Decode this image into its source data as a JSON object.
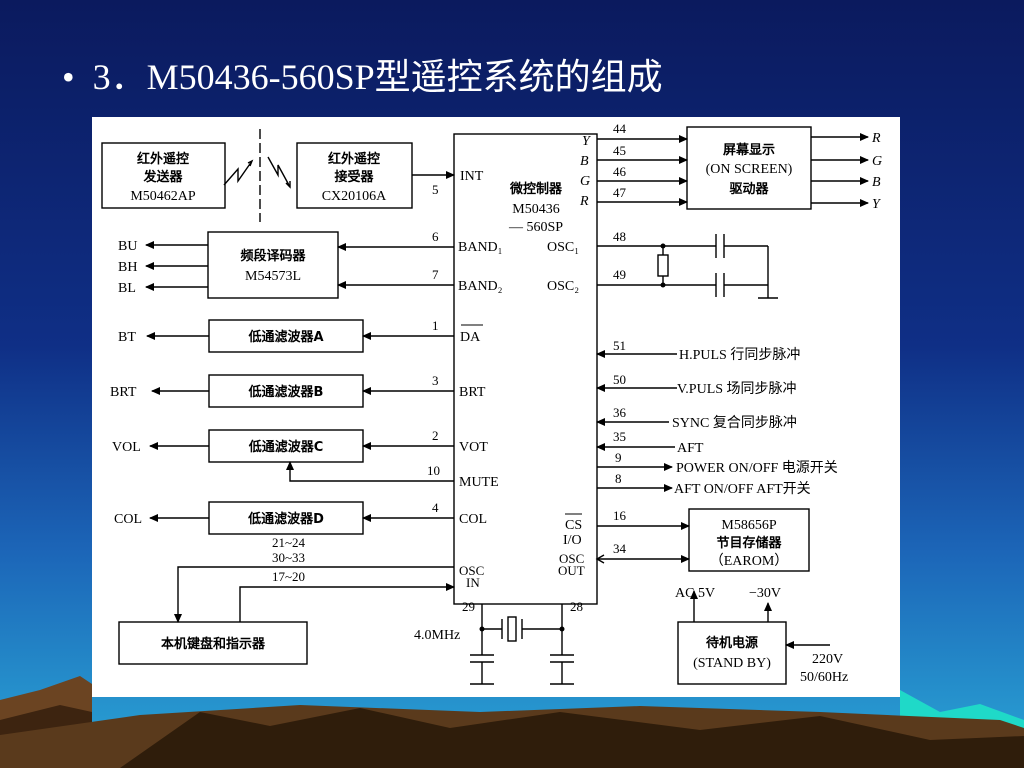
{
  "slide": {
    "bullet": "•",
    "title": "3．M50436-560SP型遥控系统的组成"
  },
  "diagram": {
    "blocks": {
      "ir_tx": {
        "l1": "红外遥控",
        "l2": "发送器",
        "l3": "M50462AP"
      },
      "ir_rx": {
        "l1": "红外遥控",
        "l2": "接受器",
        "l3": "CX20106A"
      },
      "band_decoder": {
        "l1": "频段译码器",
        "l2": "M54573L"
      },
      "lpf_a": "低通滤波器A",
      "lpf_b": "低通滤波器B",
      "lpf_c": "低通滤波器C",
      "lpf_d": "低通滤波器D",
      "keyboard": "本机键盘和指示器",
      "mcu": {
        "l1": "微控制器",
        "l2": "M50436",
        "l3": "— 560SP"
      },
      "osd": {
        "l1": "屏幕显示",
        "l2": "(ON SCREEN)",
        "l3": "驱动器"
      },
      "eeprom": {
        "l1": "M58656P",
        "l2": "节目存储器",
        "l3": "（EAROM）"
      },
      "standby": {
        "l1": "待机电源",
        "l2": "(STAND BY)"
      }
    },
    "mcu_pins_left": {
      "int": "INT",
      "band1": "BAND₁",
      "band2": "BAND₂",
      "da": "DA",
      "brt": "BRT",
      "vot": "VOT",
      "mute": "MUTE",
      "col": "COL",
      "osc_in_1": "OSC",
      "osc_in_2": "IN"
    },
    "mcu_pins_right": {
      "y": "Y",
      "b": "B",
      "g": "G",
      "r": "R",
      "osc1": "OSC₁",
      "osc2": "OSC₂",
      "cs": "CS",
      "io": "I/O",
      "osc_out_1": "OSC",
      "osc_out_2": "OUT"
    },
    "pin_numbers": {
      "p5": "5",
      "p6": "6",
      "p7": "7",
      "p1": "1",
      "p3": "3",
      "p2": "2",
      "p10": "10",
      "p4": "4",
      "p44": "44",
      "p45": "45",
      "p46": "46",
      "p47": "47",
      "p48": "48",
      "p49": "49",
      "p51": "51",
      "p50": "50",
      "p36": "36",
      "p35": "35",
      "p9": "9",
      "p8": "8",
      "p16": "16",
      "p34": "34",
      "p29": "29",
      "p28": "28",
      "kb1": "21~24",
      "kb2": "30~33",
      "kb3": "17~20"
    },
    "signals": {
      "bu": "BU",
      "bh": "BH",
      "bl": "BL",
      "bt": "BT",
      "brt": "BRT",
      "vol": "VOL",
      "col": "COL",
      "out_r": "R",
      "out_g": "G",
      "out_b": "B",
      "out_y": "Y",
      "hpuls": "H.PULS 行同步脉冲",
      "vpuls": "V.PULS 场同步脉冲",
      "sync": "SYNC 复合同步脉冲",
      "aft": "AFT",
      "power": "POWER ON/OFF 电源开关",
      "aft_onoff": "AFT ON/OFF AFT开关",
      "crystal": "4.0MHz",
      "ac5v": "AC 5V",
      "m30v": "−30V",
      "v220": "220V",
      "hz": "50/60Hz"
    }
  }
}
